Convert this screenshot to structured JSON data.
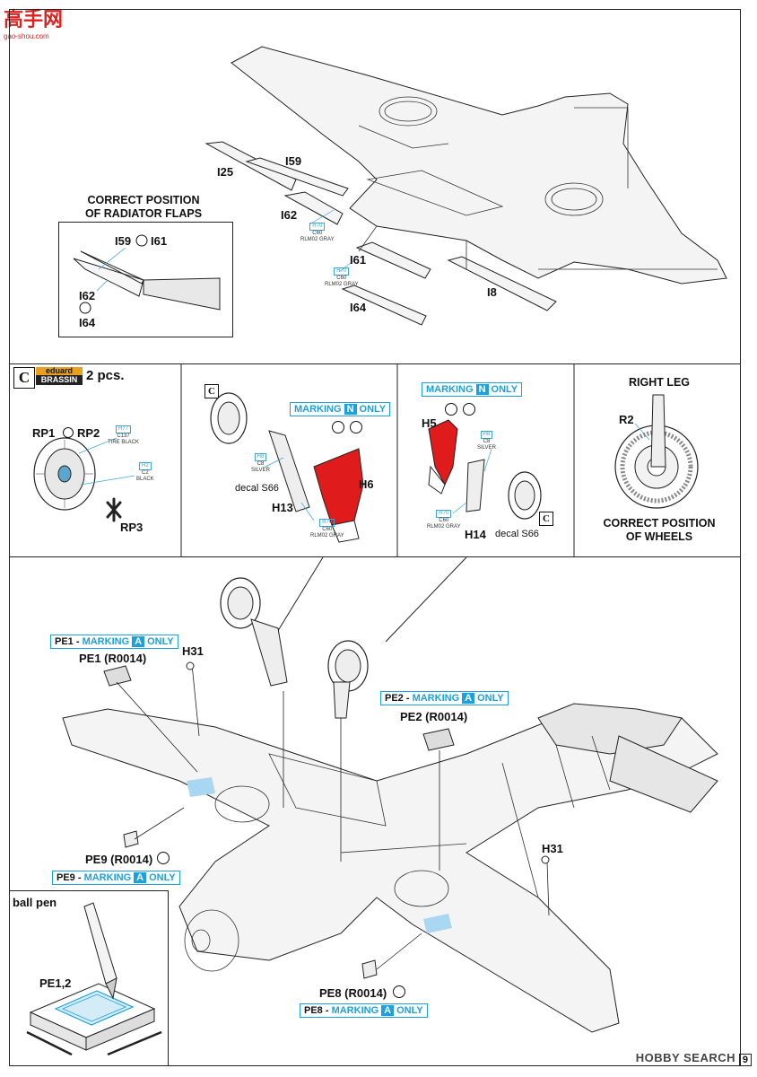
{
  "watermark": {
    "brand": "高手网",
    "url": "gao-shou.com"
  },
  "top": {
    "labels": {
      "i25": "I25",
      "i59": "I59",
      "i62": "I62",
      "i61": "I61",
      "i64": "I64",
      "i8": "I8"
    },
    "paint1": {
      "code": "H70",
      "c": "C60",
      "name": "RLM02 GRAY"
    },
    "paint2": {
      "code": "H70",
      "c": "C60",
      "name": "RLM02 GRAY"
    },
    "inset": {
      "title1": "CORRECT POSITION",
      "title2": "OF RADIATOR FLAPS",
      "i59": "I59",
      "i61": "I61",
      "i62": "I62",
      "i64": "I64"
    }
  },
  "row2": {
    "wheel_set": {
      "c": "C",
      "brassin_top": "eduard",
      "brassin_bottom": "BRASSIN",
      "count": "2 pcs.",
      "rp1": "RP1",
      "rp2": "RP2",
      "rp3": "RP3",
      "p1": {
        "code": "H77",
        "c": "C137",
        "name": "TIRE BLACK"
      },
      "p2": {
        "code": "H2",
        "c": "C2",
        "name": "BLACK"
      }
    },
    "left_leg": {
      "c": "C",
      "marking_pre": "MARKING",
      "marking_box": "N",
      "marking_post": "ONLY",
      "h6": "H6",
      "h13": "H13",
      "decal": "decal S66",
      "p1": {
        "code": "H8",
        "c": "C8",
        "name": "SILVER"
      },
      "p2": {
        "code": "H70",
        "c": "C60",
        "name": "RLM02 GRAY"
      }
    },
    "right_leg": {
      "c": "C",
      "marking_pre": "MARKING",
      "marking_box": "N",
      "marking_post": "ONLY",
      "h5": "H5",
      "h14": "H14",
      "decal": "decal S66",
      "p1": {
        "code": "H8",
        "c": "C8",
        "name": "SILVER"
      },
      "p2": {
        "code": "H70",
        "c": "C60",
        "name": "RLM02 GRAY"
      }
    },
    "wheels_pos": {
      "title": "RIGHT  LEG",
      "r2": "R2",
      "cap1": "CORRECT POSITION",
      "cap2": "OF WHEELS"
    }
  },
  "bottom": {
    "pe1_mark": {
      "pre": "PE1 - ",
      "mk": "MARKING",
      "box": "A",
      "post": "ONLY"
    },
    "pe1": "PE1 (R0014)",
    "h31a": "H31",
    "h31b": "H31",
    "pe2_mark": {
      "pre": "PE2 - ",
      "mk": "MARKING",
      "box": "A",
      "post": "ONLY"
    },
    "pe2": "PE2 (R0014)",
    "pe9": "PE9 (R0014)",
    "pe9_mark": {
      "pre": "PE9 - ",
      "mk": "MARKING",
      "box": "A",
      "post": "ONLY"
    },
    "pe8": "PE8 (R0014)",
    "pe8_mark": {
      "pre": "PE8 - ",
      "mk": "MARKING",
      "box": "A",
      "post": "ONLY"
    },
    "inset": {
      "ballpen": "ball pen",
      "pe12": "PE1,2"
    }
  },
  "footer": {
    "brand": "HOBBY SEARCH",
    "page": "9"
  },
  "colors": {
    "accent": "#1da0db",
    "red": "#e01b1b",
    "panel": "#f2f2f2"
  }
}
